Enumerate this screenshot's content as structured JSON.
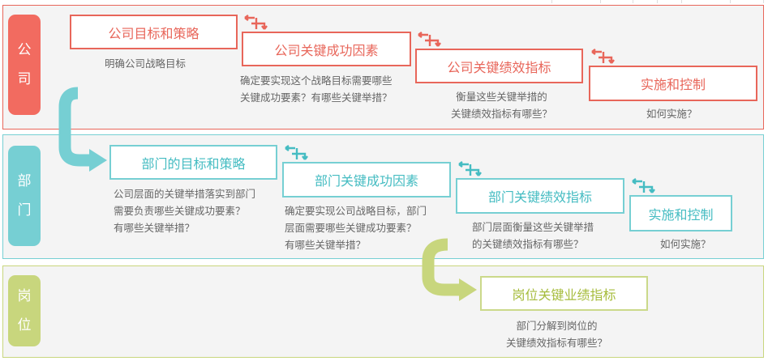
{
  "colors": {
    "company": "#e8665a",
    "department": "#76cfd3",
    "position": "#c8d67d"
  },
  "company": {
    "tab": [
      "公",
      "司"
    ],
    "boxes": [
      "公司目标和策略",
      "公司关键成功因素",
      "公司关键绩效指标",
      "实施和控制"
    ],
    "descs": [
      [
        "明确公司战略目标"
      ],
      [
        "确定要实现这个战略目标需要哪些",
        "关键成功要素？有哪些关键举措？"
      ],
      [
        "衡量这些关键举措的",
        "关键绩效指标有哪些？"
      ],
      [
        "如何实施？"
      ]
    ]
  },
  "department": {
    "tab": [
      "部",
      "门"
    ],
    "boxes": [
      "部门的目标和策略",
      "部门关键成功因素",
      "部门关键绩效指标",
      "实施和控制"
    ],
    "descs": [
      [
        "公司层面的关键举措落实到部门",
        "需要负责哪些关键成功要素？",
        "有哪些关键举措？"
      ],
      [
        "确定要实现公司战略目标，部门",
        "层面需要哪些关键成功要素？",
        "有哪些关键举措？"
      ],
      [
        "部门层面衡量这些关键举措",
        "的关键绩效指标有哪些？"
      ],
      [
        "如何实施？"
      ]
    ]
  },
  "position": {
    "tab": [
      "岗",
      "位"
    ],
    "boxes": [
      "岗位关键业绩指标"
    ],
    "descs": [
      [
        "部门分解到岗位的",
        "关键绩效指标有哪些？"
      ]
    ]
  }
}
